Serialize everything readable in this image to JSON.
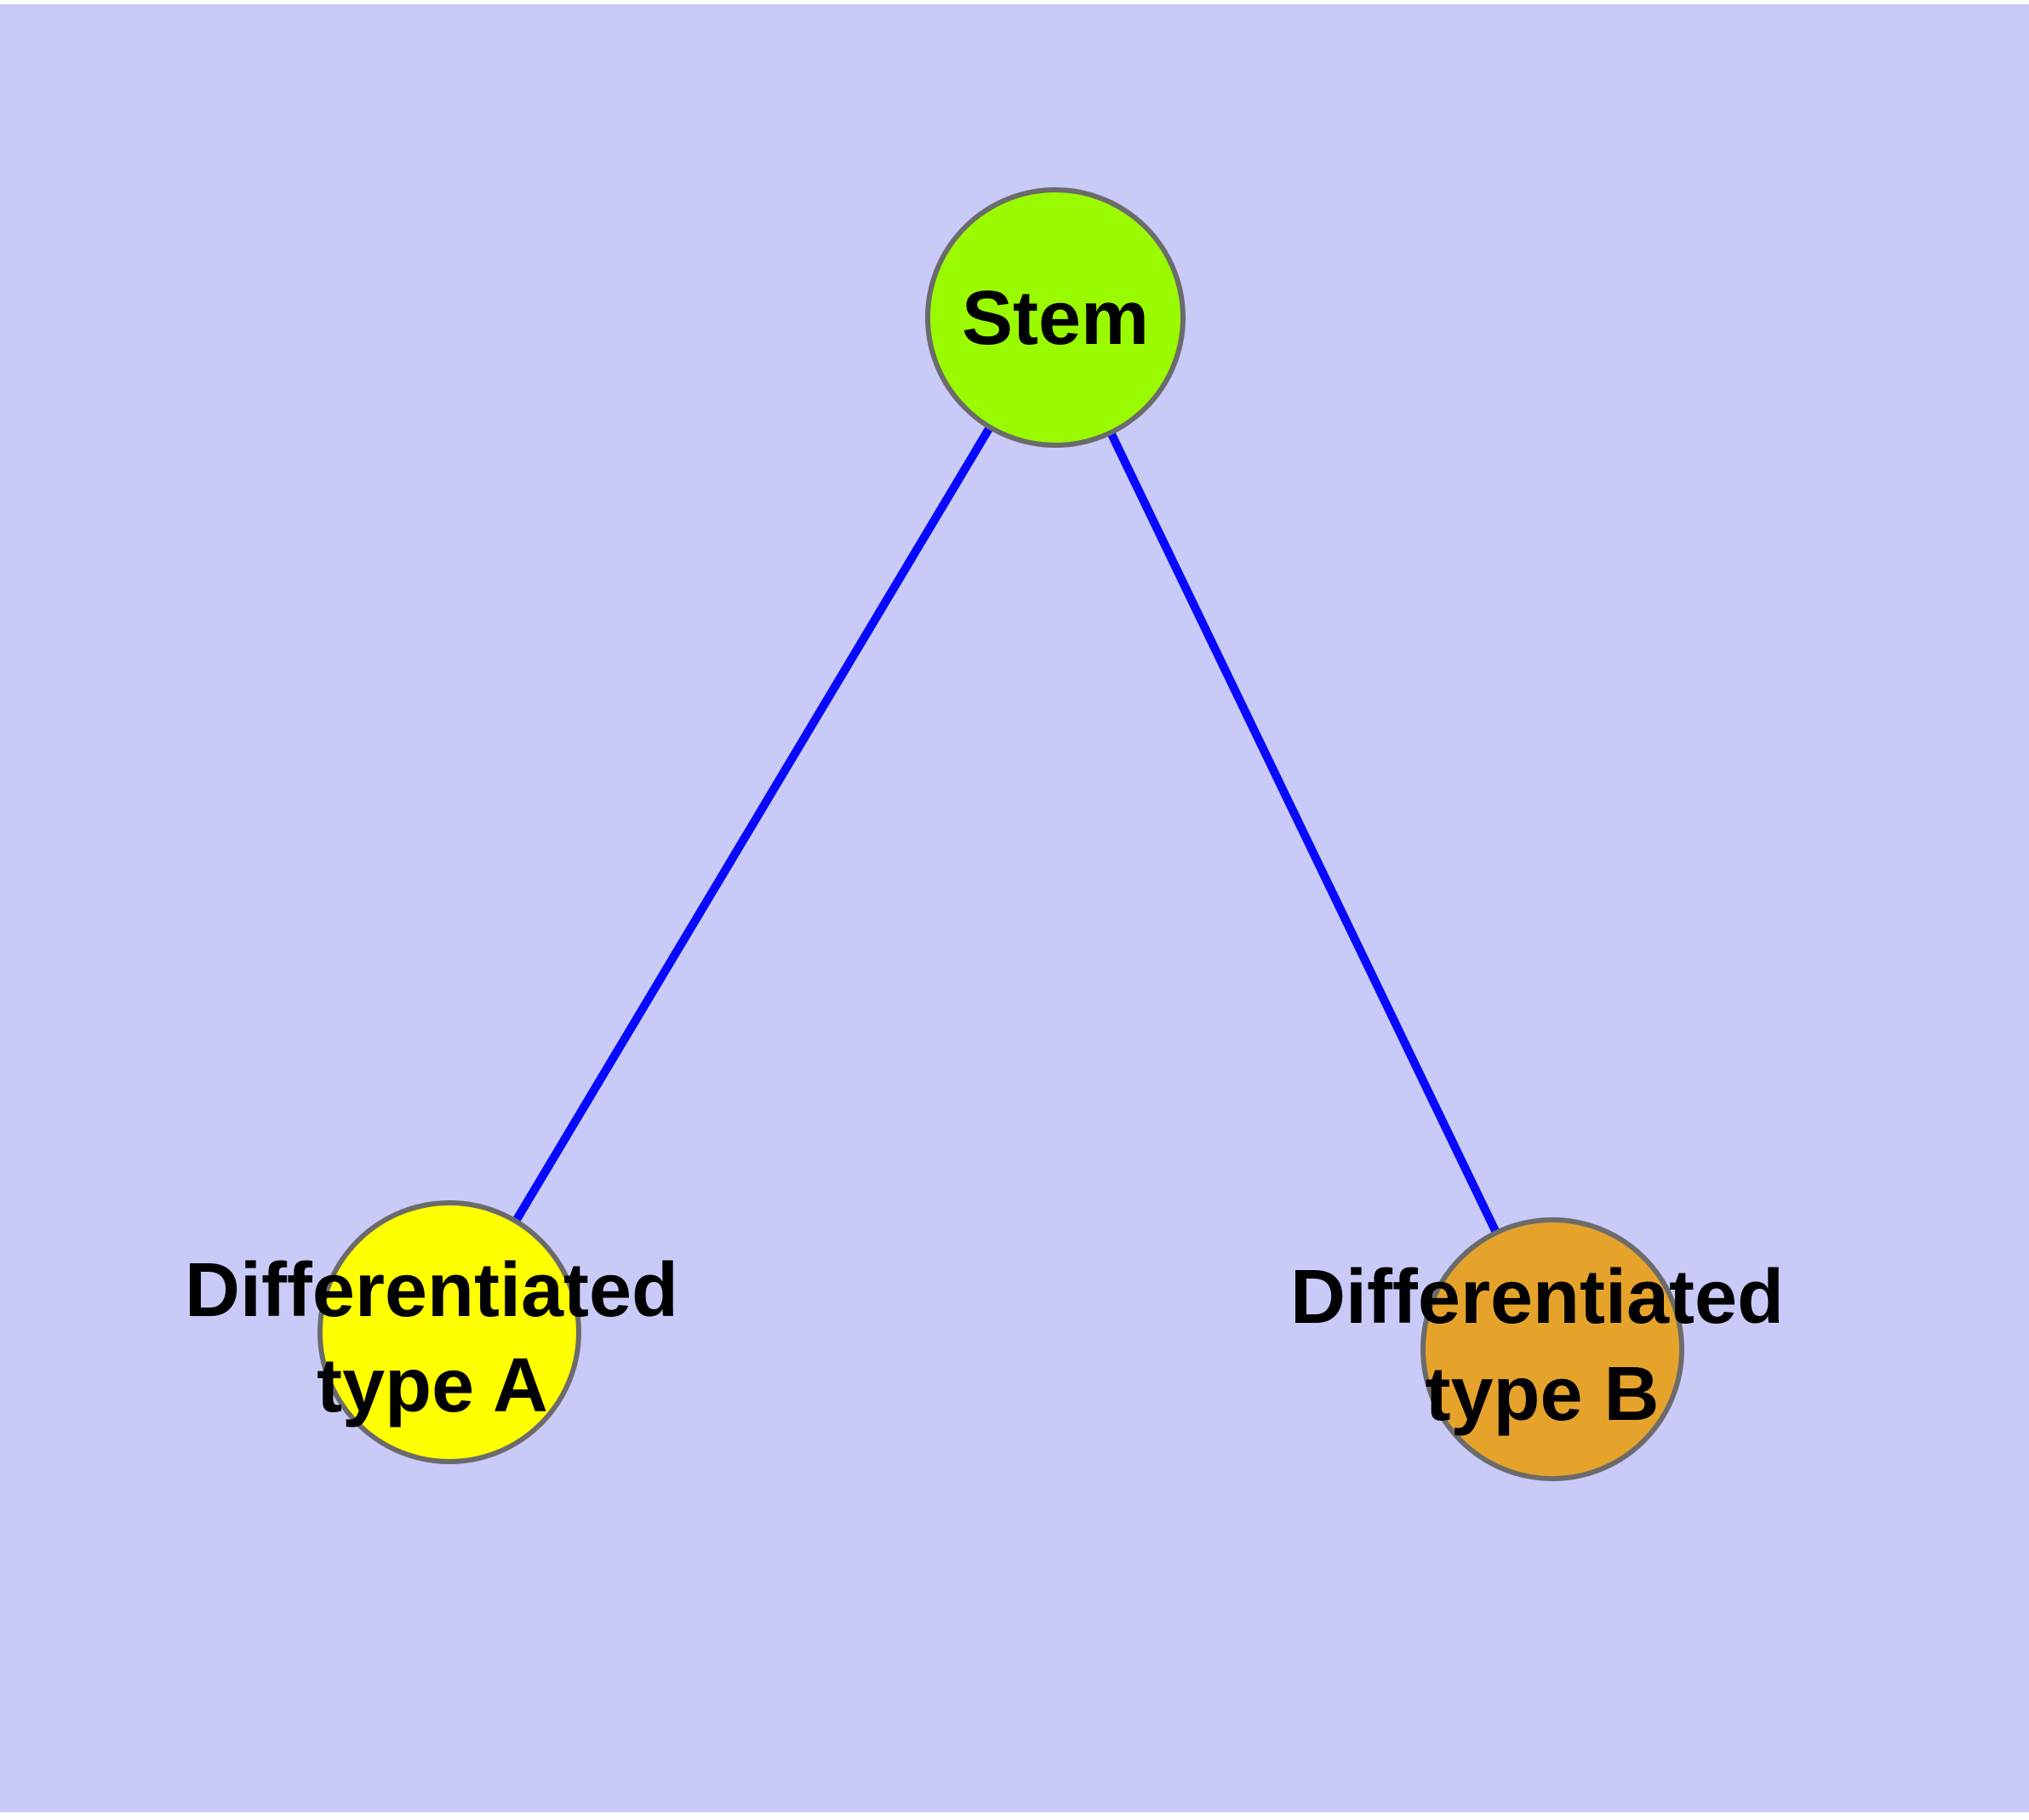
{
  "figure": {
    "type": "graph-diagram",
    "description": "Stem cell differentiation tree with one root node and two differentiated child nodes",
    "colors": {
      "page_background": "#ffffff",
      "canvas_background": "#cacaf8",
      "edge": "#0808ff",
      "node_border": "#6b6b6b",
      "label_text": "#000000",
      "stem_fill": "#9afa00",
      "type_a_fill": "#ffff00",
      "type_b_fill": "#e6a32b"
    },
    "nodes": [
      {
        "id": "stem",
        "label": "Stem",
        "fill": "#9afa00"
      },
      {
        "id": "differentiated-type-a",
        "label_line1": "Differentiated",
        "label_line2": "type A",
        "fill": "#ffff00"
      },
      {
        "id": "differentiated-type-b",
        "label_line1": "Differentiated",
        "label_line2": "type B",
        "fill": "#e6a32b"
      }
    ],
    "edges": [
      {
        "from": "Stem",
        "to": "Differentiated type A"
      },
      {
        "from": "Stem",
        "to": "Differentiated type B"
      }
    ]
  }
}
